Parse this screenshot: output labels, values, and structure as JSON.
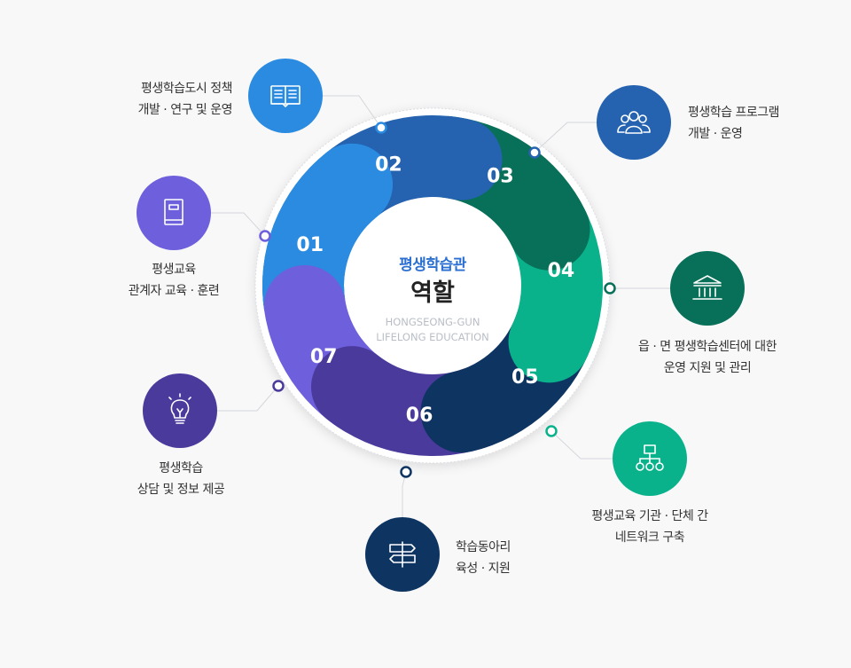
{
  "center": {
    "subtitle": "평생학습관",
    "title": "역할",
    "english_line1": "HONGSEONG-GUN",
    "english_line2": "LIFELONG EDUCATION"
  },
  "segments": [
    {
      "number": "01",
      "color": "#2a8be0",
      "icon": "open-book-icon",
      "label_line1": "평생학습도시 정책",
      "label_line2": "개발 · 연구 및 운영"
    },
    {
      "number": "02",
      "color": "#2563b0",
      "icon": "people-group-icon",
      "label_line1": "평생학습 프로그램",
      "label_line2": "개발 · 운영"
    },
    {
      "number": "03",
      "color": "#086f58",
      "icon": "institution-building-icon",
      "label_line1": "읍 · 면 평생학습센터에 대한",
      "label_line2": "운영 지원 및 관리"
    },
    {
      "number": "04",
      "color": "#0ab28c",
      "icon": "network-hierarchy-icon",
      "label_line1": "평생교육 기관 · 단체 간",
      "label_line2": "네트워크 구축"
    },
    {
      "number": "05",
      "color": "#0e3461",
      "icon": "signpost-icon",
      "label_line1": "학습동아리",
      "label_line2": "육성 · 지원"
    },
    {
      "number": "06",
      "color": "#4a3a9c",
      "icon": "lightbulb-icon",
      "label_line1": "평생학습",
      "label_line2": "상담 및 정보 제공"
    },
    {
      "number": "07",
      "color": "#6e60dc",
      "icon": "notebook-icon",
      "label_line1": "평생교육",
      "label_line2": "관계자 교육 · 훈련"
    }
  ]
}
